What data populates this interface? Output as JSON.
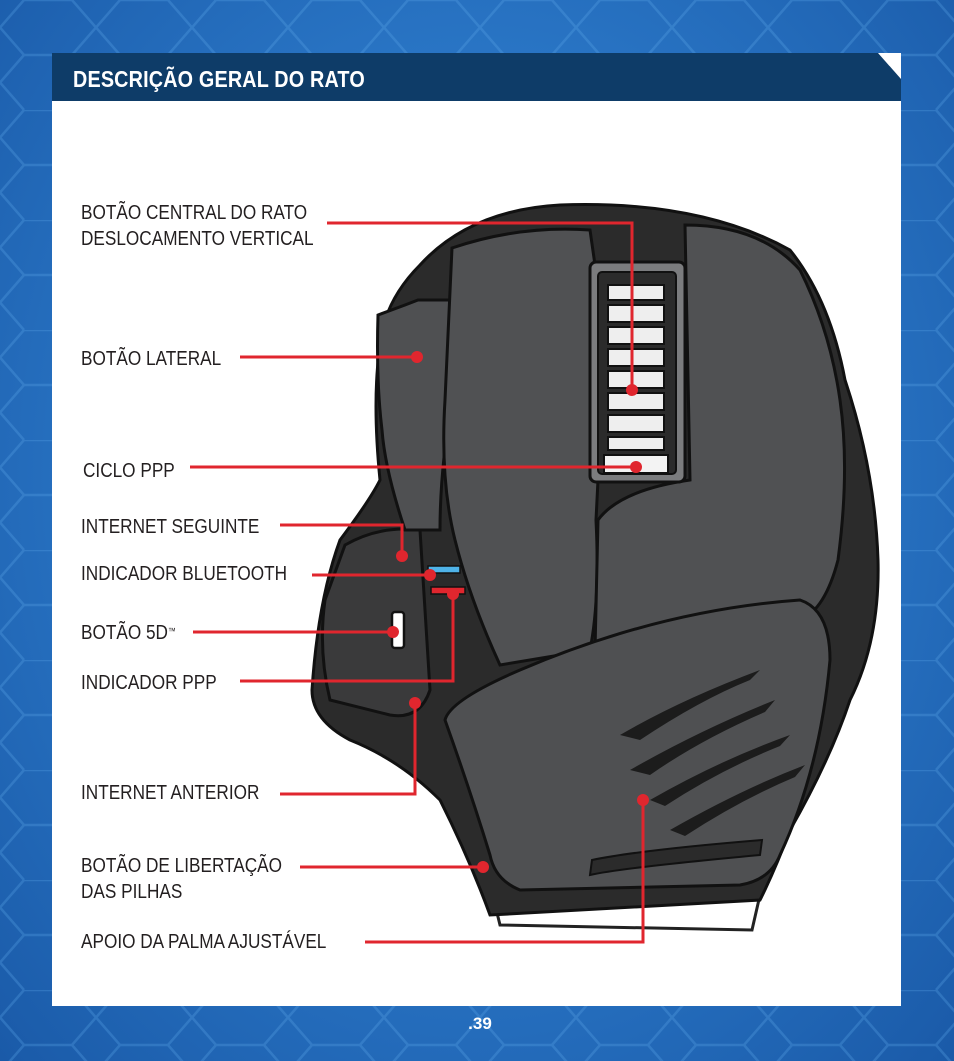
{
  "header": {
    "title": "DESCRIÇÃO GERAL DO RATO"
  },
  "labels": {
    "middle_button_line1": "BOTÃO CENTRAL DO RATO",
    "middle_button_line2": "DESLOCAMENTO VERTICAL",
    "side_button": "BOTÃO LATERAL",
    "dpi_cycle": "CICLO PPP",
    "internet_next": "INTERNET SEGUINTE",
    "bluetooth_indicator": "INDICADOR BLUETOOTH",
    "button_5d": "BOTÃO 5D",
    "button_5d_mark": "™",
    "dpi_indicator": "INDICADOR PPP",
    "internet_back": "INTERNET ANTERIOR",
    "battery_release_line1": "BOTÃO DE LIBERTAÇÃO",
    "battery_release_line2": "DAS PILHAS",
    "palm_rest": "APOIO DA PALMA AJUSTÁVEL"
  },
  "colors": {
    "header_bg": "#0e3c68",
    "leader_line": "#e0262e",
    "body_dark": "#2b2b2b",
    "body_panel": "#4f5052",
    "bluetooth_led": "#4fb3e8",
    "dpi_led": "#e0262e"
  },
  "page": {
    "number": ".39"
  }
}
